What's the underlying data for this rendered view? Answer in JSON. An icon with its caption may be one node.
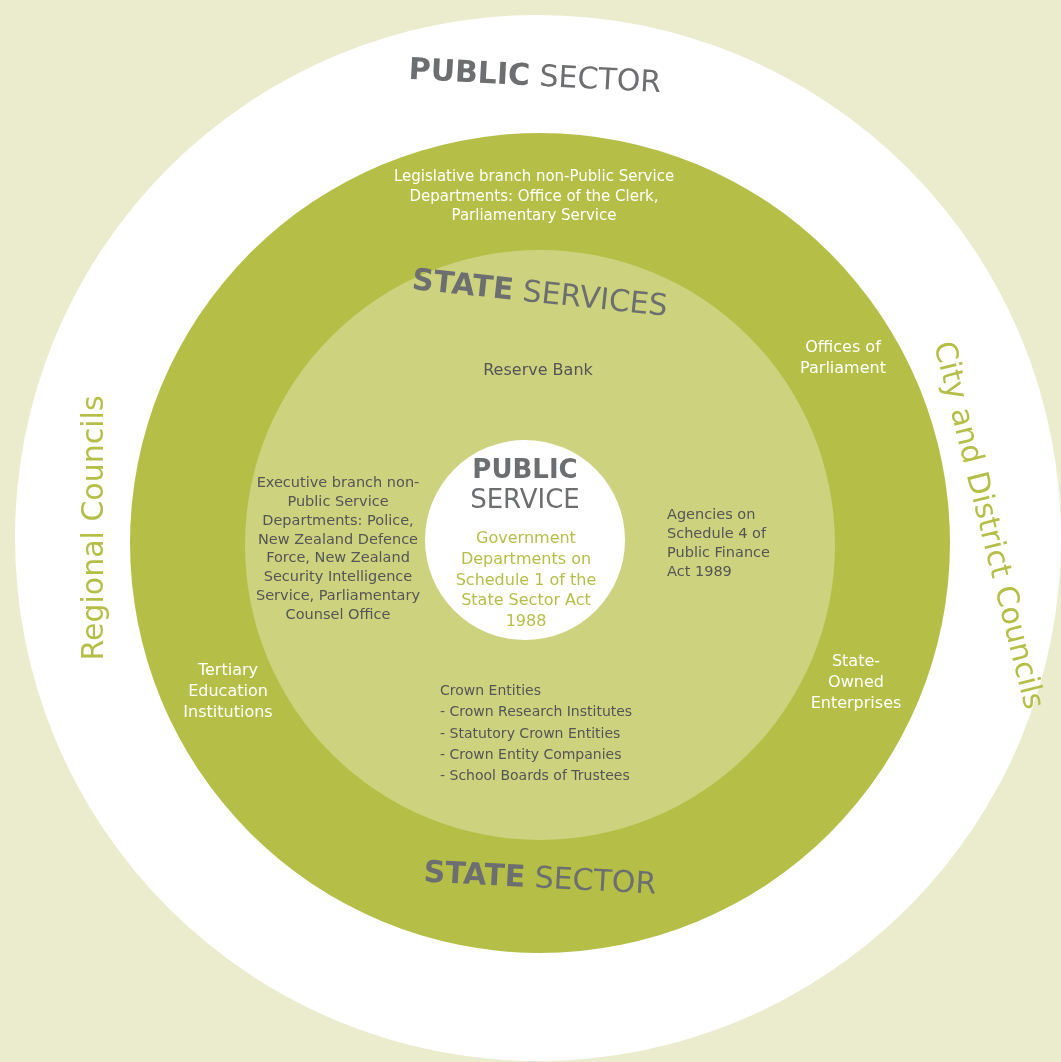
{
  "diagram": {
    "nodes": [
      {
        "text": [
          "**PUBLIC** SECTOR",
          "Regional Councils",
          "City and District Councils"
        ]
      },
      {
        "text": [
          "Legislative branch non-Public Service Departments: Office of the Clerk, Parliamentary Service",
          "Offices of Parliament",
          "Tertiary Education Institutions",
          "State-Owned Enterprises",
          "**STATE** SECTOR"
        ],
        "in": 0
      },
      {
        "text": [
          "**STATE** SERVICES",
          "Reserve Bank",
          "Executive branch non-Public Service Departments: Police, New Zealand Defence Force, New Zealand Security Intelligence Service, Parliamentary Counsel Office",
          "Agencies on Schedule 4 of Public Finance Act 1989",
          "Crown Entities",
          "- Crown Research Institutes",
          "- Statutory Crown Entities",
          "- Crown Entity Companies",
          "- School Boards of Trustees"
        ],
        "in": 1
      },
      {
        "text": [
          "**PUBLIC** SERVICE",
          "Government Departments on Schedule 1 of the State Sector Act 1988"
        ],
        "in": 2
      }
    ]
  }
}
